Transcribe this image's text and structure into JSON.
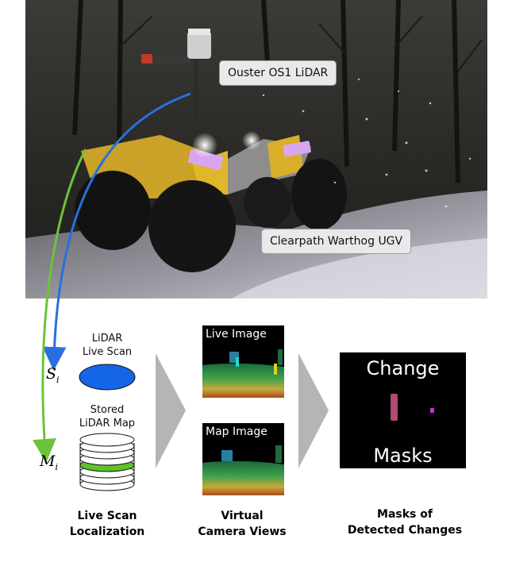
{
  "callouts": {
    "lidar": "Ouster OS1 LiDAR",
    "robot": "Clearpath Warthog UGV"
  },
  "left": {
    "live_scan_line1": "LiDAR",
    "live_scan_line2": "Live Scan",
    "map_line1": "Stored",
    "map_line2": "LiDAR Map",
    "scan_symbol": "S",
    "scan_sub": "i",
    "map_symbol": "M",
    "map_sub": "i"
  },
  "views": {
    "live_image": "Live Image",
    "map_image": "Map Image"
  },
  "masks": {
    "top": "Change",
    "bottom": "Masks"
  },
  "captions": {
    "col1_line1": "Live Scan",
    "col1_line2": "Localization",
    "col2_line1": "Virtual",
    "col2_line2": "Camera Views",
    "col3_line1": "Masks of",
    "col3_line2": "Detected Changes"
  },
  "colors": {
    "scan_blue": "#1565e8",
    "map_green": "#5ec22a",
    "arrow_blue": "#2a6fe0",
    "arrow_green": "#6cc33a",
    "chevron": "#b5b5b5",
    "mask_pink": "#b24a73",
    "mask_magenta": "#d02ad8"
  }
}
